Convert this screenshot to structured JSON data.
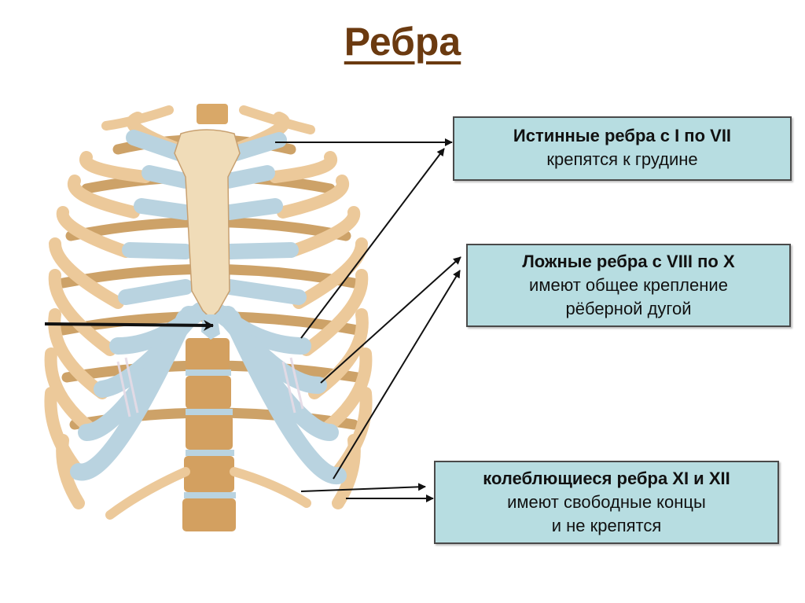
{
  "slide": {
    "title": "Ребра"
  },
  "labels": {
    "true_ribs": {
      "heading": "Истинные ребра с I по VII",
      "lines": [
        "крепятся к грудине"
      ]
    },
    "false_ribs": {
      "heading": "Ложные ребра с VIII по X",
      "lines": [
        "имеют общее крепление",
        "рёберной дугой"
      ]
    },
    "floating_ribs": {
      "heading": "колеблющиеся ребра XI и XII",
      "lines": [
        "имеют свободные концы",
        "и не крепятся"
      ]
    }
  },
  "illustration": {
    "subject": "rib-cage-anterior-view",
    "colors": {
      "bone": "#ecc99a",
      "bone_dark": "#c89858",
      "cartilage": "#b9d3e0",
      "ligament": "#e6dbe6",
      "arrow": "#111111",
      "box_fill": "#b7dde1",
      "title": "#6b3a10"
    }
  }
}
